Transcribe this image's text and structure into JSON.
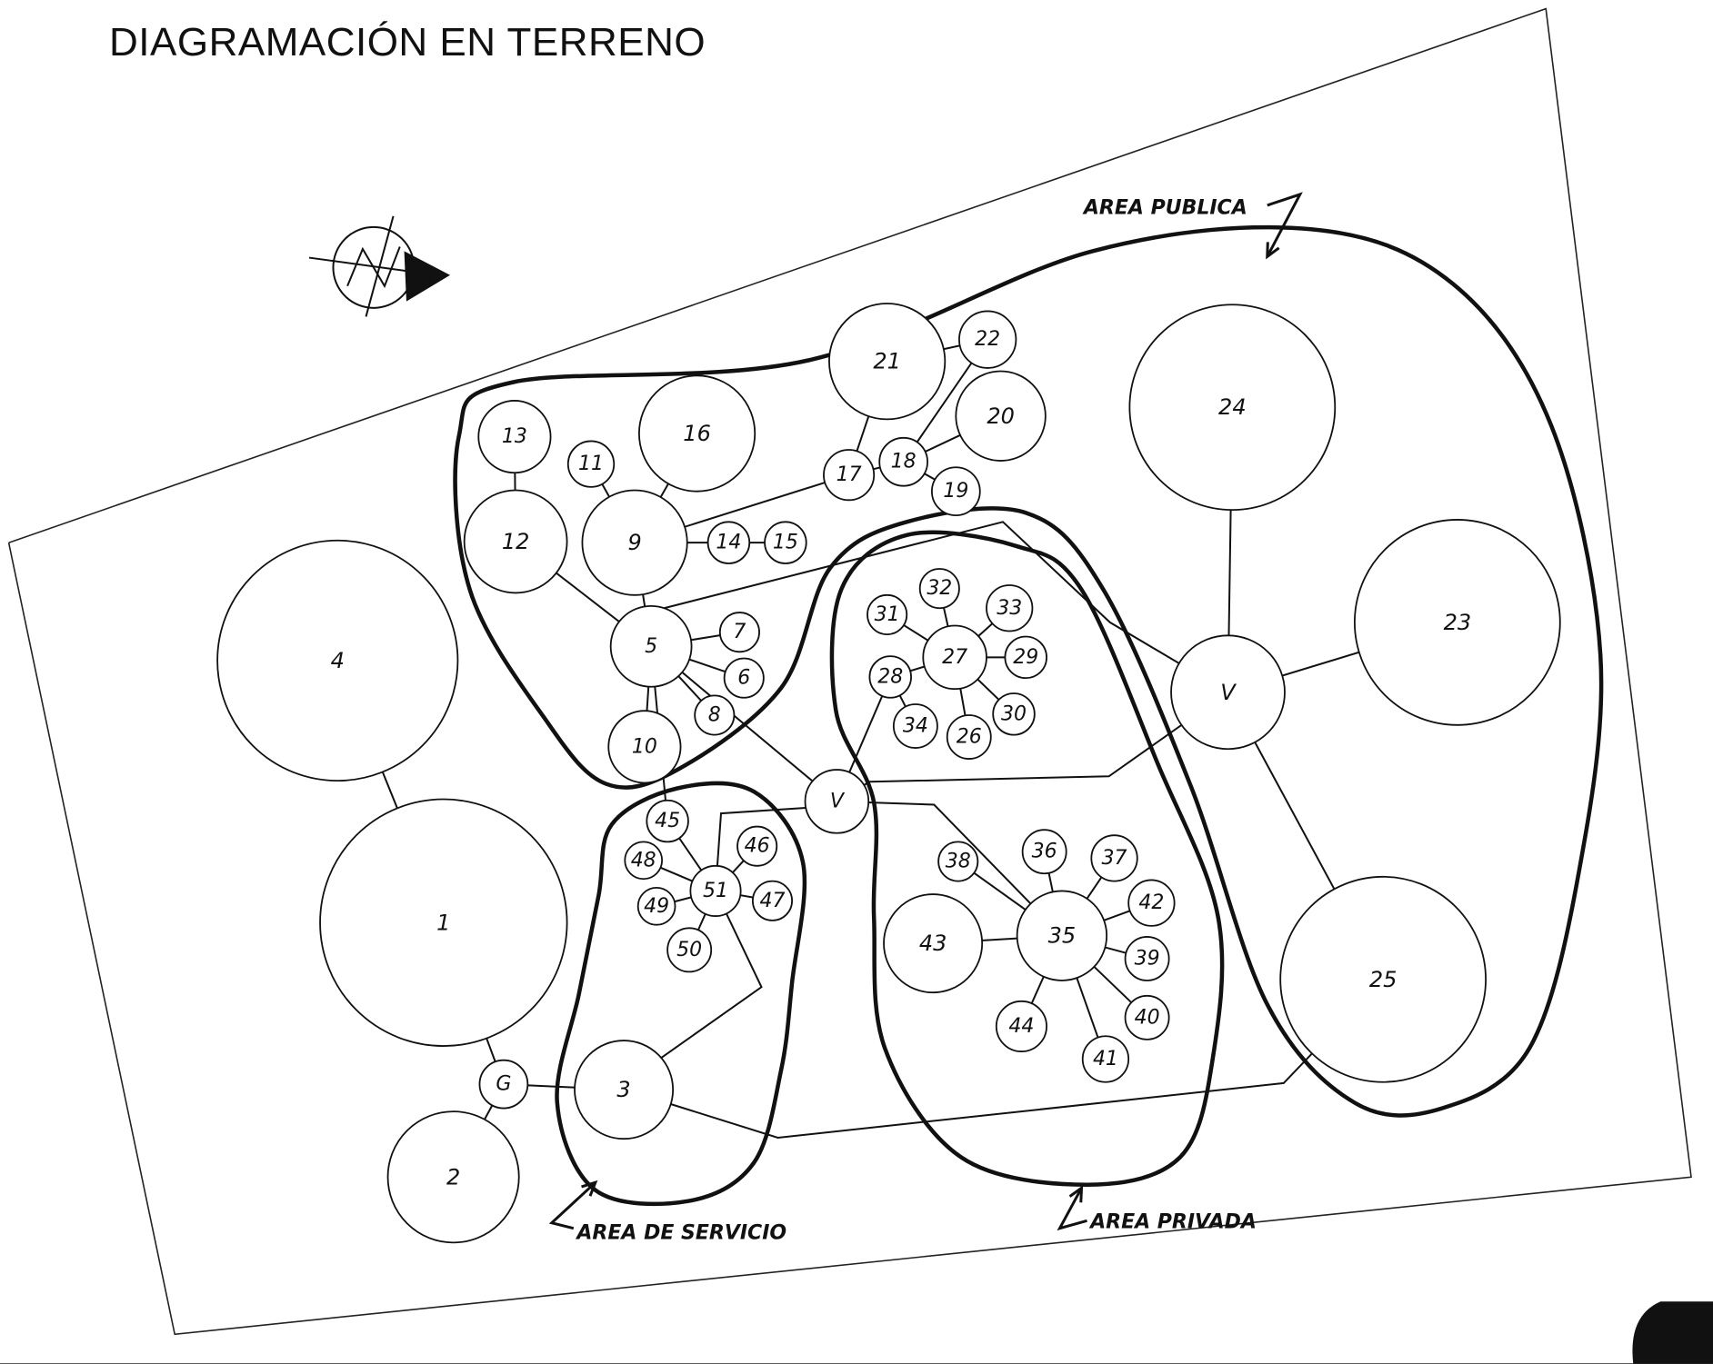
{
  "title": "DIAGRAMACIÓN EN TERRENO",
  "zones": {
    "publica": "AREA PUBLICA",
    "servicio": "AREA DE SERVICIO",
    "privada": "AREA PRIVADA"
  },
  "nodes": [
    "1",
    "2",
    "3",
    "4",
    "5",
    "6",
    "7",
    "8",
    "9",
    "10",
    "11",
    "12",
    "13",
    "14",
    "15",
    "16",
    "17",
    "18",
    "19",
    "20",
    "21",
    "22",
    "23",
    "24",
    "25",
    "26",
    "27",
    "28",
    "29",
    "30",
    "31",
    "32",
    "33",
    "34",
    "35",
    "36",
    "37",
    "38",
    "39",
    "40",
    "41",
    "42",
    "43",
    "44",
    "45",
    "46",
    "47",
    "48",
    "49",
    "50",
    "51",
    "G",
    "V",
    "V"
  ],
  "north_icon": "north-arrow-icon"
}
